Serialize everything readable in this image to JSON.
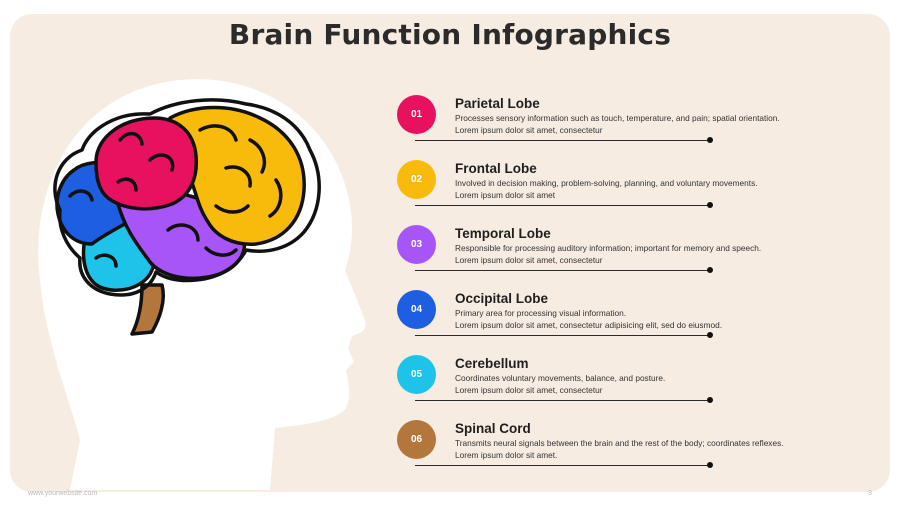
{
  "title": "Brain Function Infographics",
  "accent_colors": {
    "parietal": "#e8115f",
    "frontal": "#f9bb0b",
    "temporal": "#a855f7",
    "occipital": "#1d5fe0",
    "cerebellum": "#1ec3ea",
    "spinal": "#b3763c"
  },
  "items": [
    {
      "number": "01",
      "title": "Parietal Lobe",
      "description": "Processes sensory information such as touch, temperature, and pain;  spatial orientation.",
      "note": "Lorem ipsum dolor sit amet, consectetur",
      "color": "#e8115f"
    },
    {
      "number": "02",
      "title": "Frontal Lobe",
      "description": "Involved in decision making, problem-solving, planning, and voluntary movements.",
      "note": "Lorem ipsum dolor sit amet",
      "color": "#f9bb0b"
    },
    {
      "number": "03",
      "title": "Temporal Lobe",
      "description": "Responsible for processing auditory information; important for memory and speech.",
      "note": "Lorem ipsum dolor sit amet, consectetur",
      "color": "#a855f7"
    },
    {
      "number": "04",
      "title": "Occipital Lobe",
      "description": "Primary area for processing visual information.",
      "note": "Lorem ipsum dolor sit amet, consectetur adipisicing elit, sed do eiusmod.",
      "color": "#1d5fe0"
    },
    {
      "number": "05",
      "title": "Cerebellum",
      "description": "Coordinates voluntary movements, balance,  and posture.",
      "note": "Lorem ipsum dolor sit amet, consectetur",
      "color": "#1ec3ea"
    },
    {
      "number": "06",
      "title": "Spinal Cord",
      "description": "Transmits neural signals between the brain and the rest of the body; coordinates reflexes.",
      "note": "Lorem ipsum dolor sit amet.",
      "color": "#b3763c"
    }
  ],
  "footer": {
    "website": "www.yourwebsite.com",
    "page": "3"
  }
}
